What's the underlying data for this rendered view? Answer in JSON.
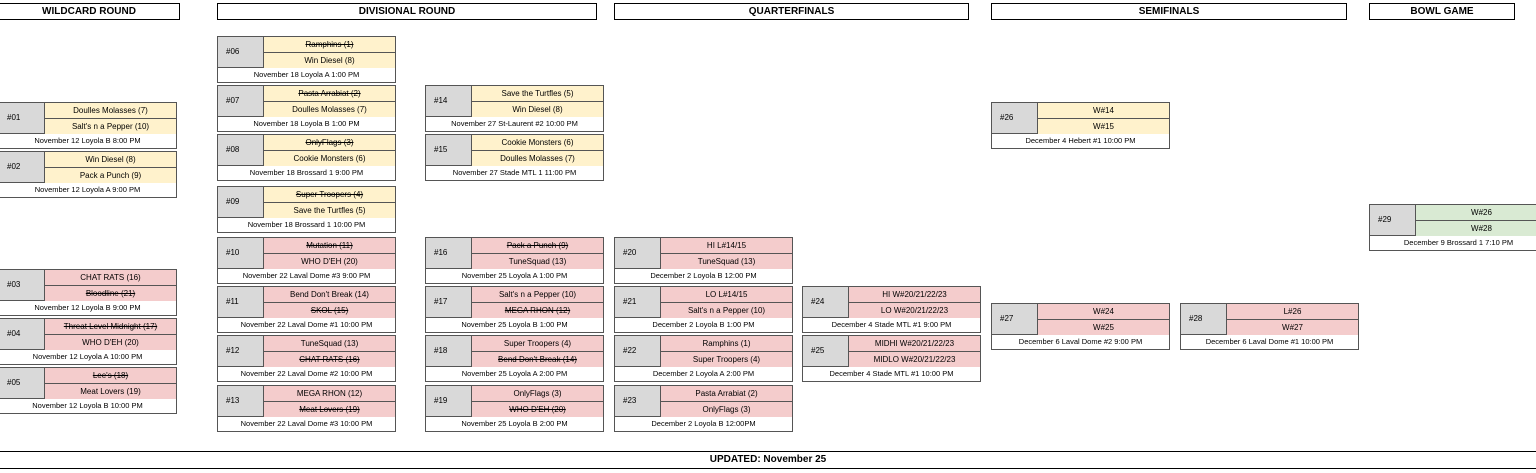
{
  "headers": {
    "wildcard": "WILDCARD ROUND",
    "divisional": "DIVISIONAL ROUND",
    "quarterfinals": "QUARTERFINALS",
    "semifinals": "SEMIFINALS",
    "bowl": "BOWL GAME"
  },
  "games": [
    {
      "num": "#01",
      "team1": "Doulles Molasses (7)",
      "team2": "Salt's n a Pepper (10)",
      "info": "November 12 Loyola B 8:00 PM",
      "t1_loser": false,
      "t2_loser": false
    },
    {
      "num": "#02",
      "team1": "Win Diesel (8)",
      "team2": "Pack a Punch (9)",
      "info": "November 12 Loyola A 9:00 PM",
      "t1_loser": false,
      "t2_loser": false
    },
    {
      "num": "#03",
      "team1": "CHAT RATS (16)",
      "team2": "Bloodline (21)",
      "info": "November 12 Loyola B 9:00 PM",
      "t1_loser": false,
      "t2_loser": true
    },
    {
      "num": "#04",
      "team1": "Threat Level Midnight (17)",
      "team2": "WHO D'EH (20)",
      "info": "November 12 Loyola A 10:00 PM",
      "t1_loser": true,
      "t2_loser": false
    },
    {
      "num": "#05",
      "team1": "Lee's (18)",
      "team2": "Meat Lovers (19)",
      "info": "November 12 Loyola B 10:00 PM",
      "t1_loser": true,
      "t2_loser": false
    },
    {
      "num": "#06",
      "team1": "Ramphins (1)",
      "team2": "Win Diesel (8)",
      "info": "November 18 Loyola A 1:00 PM",
      "t1_loser": true,
      "t2_loser": false
    },
    {
      "num": "#07",
      "team1": "Pasta Arrabiat (2)",
      "team2": "Doulles Molasses (7)",
      "info": "November 18 Loyola B 1:00 PM",
      "t1_loser": true,
      "t2_loser": false
    },
    {
      "num": "#08",
      "team1": "OnlyFlags (3)",
      "team2": "Cookie Monsters (6)",
      "info": "November 18 Brossard 1 9:00 PM",
      "t1_loser": true,
      "t2_loser": false
    },
    {
      "num": "#09",
      "team1": "Super Troopers (4)",
      "team2": "Save the Turtfles (5)",
      "info": "November 18 Brossard 1 10:00 PM",
      "t1_loser": true,
      "t2_loser": false
    },
    {
      "num": "#10",
      "team1": "Mutation (11)",
      "team2": "WHO D'EH (20)",
      "info": "November 22 Laval Dome #3 9:00 PM",
      "t1_loser": true,
      "t2_loser": false
    },
    {
      "num": "#11",
      "team1": "Bend Don't Break (14)",
      "team2": "SKOL (15)",
      "info": "November 22 Laval Dome #1 10:00 PM",
      "t1_loser": false,
      "t2_loser": true
    },
    {
      "num": "#12",
      "team1": "TuneSquad (13)",
      "team2": "CHAT RATS (16)",
      "info": "November 22 Laval Dome #2 10:00 PM",
      "t1_loser": false,
      "t2_loser": true
    },
    {
      "num": "#13",
      "team1": "MEGA RHON (12)",
      "team2": "Meat Lovers (19)",
      "info": "November 22 Laval Dome #3 10:00 PM",
      "t1_loser": false,
      "t2_loser": true
    },
    {
      "num": "#14",
      "team1": "Save the Turtfles (5)",
      "team2": "Win Diesel (8)",
      "info": "November 27 St-Laurent #2 10:00 PM",
      "t1_loser": false,
      "t2_loser": false
    },
    {
      "num": "#15",
      "team1": "Cookie Monsters (6)",
      "team2": "Doulles Molasses (7)",
      "info": "November 27 Stade MTL 1 11:00 PM",
      "t1_loser": false,
      "t2_loser": false
    },
    {
      "num": "#16",
      "team1": "Pack a Punch (9)",
      "team2": "TuneSquad (13)",
      "info": "November 25 Loyola A 1:00 PM",
      "t1_loser": true,
      "t2_loser": false
    },
    {
      "num": "#17",
      "team1": "Salt's n a Pepper (10)",
      "team2": "MEGA RHON (12)",
      "info": "November 25 Loyola B 1:00 PM",
      "t1_loser": false,
      "t2_loser": true
    },
    {
      "num": "#18",
      "team1": "Super Troopers (4)",
      "team2": "Bend Don't Break (14)",
      "info": "November 25 Loyola A 2:00 PM",
      "t1_loser": false,
      "t2_loser": true
    },
    {
      "num": "#19",
      "team1": "OnlyFlags (3)",
      "team2": "WHO D'EH (20)",
      "info": "November 25 Loyola B 2:00 PM",
      "t1_loser": false,
      "t2_loser": true
    },
    {
      "num": "#20",
      "team1": "HI L#14/15",
      "team2": "TuneSquad (13)",
      "info": "December 2 Loyola B 12:00 PM",
      "t1_loser": false,
      "t2_loser": false
    },
    {
      "num": "#21",
      "team1": "LO L#14/15",
      "team2": "Salt's n a Pepper (10)",
      "info": "December 2 Loyola B 1:00 PM",
      "t1_loser": false,
      "t2_loser": false
    },
    {
      "num": "#22",
      "team1": "Ramphins (1)",
      "team2": "Super Troopers (4)",
      "info": "December 2  Loyola A 2:00 PM",
      "t1_loser": false,
      "t2_loser": false
    },
    {
      "num": "#23",
      "team1": "Pasta Arrabiat (2)",
      "team2": "OnlyFlags (3)",
      "info": "December 2 Loyola B 12:00PM",
      "t1_loser": false,
      "t2_loser": false
    },
    {
      "num": "#24",
      "team1": "HI W#20/21/22/23",
      "team2": "LO W#20/21/22/23",
      "info": "December 4 Stade MTL #1 9:00 PM",
      "t1_loser": false,
      "t2_loser": false
    },
    {
      "num": "#25",
      "team1": "MIDHI W#20/21/22/23",
      "team2": "MIDLO W#20/21/22/23",
      "info": "December 4 Stade MTL #1 10:00 PM",
      "t1_loser": false,
      "t2_loser": false
    },
    {
      "num": "#26",
      "team1": "W#14",
      "team2": "W#15",
      "info": "December 4  Hebert #1  10:00 PM",
      "t1_loser": false,
      "t2_loser": false
    },
    {
      "num": "#27",
      "team1": "W#24",
      "team2": "W#25",
      "info": "December 6 Laval Dome #2 9:00 PM",
      "t1_loser": false,
      "t2_loser": false
    },
    {
      "num": "#28",
      "team1": "L#26",
      "team2": "W#27",
      "info": "December 6 Laval Dome #1 10:00 PM",
      "t1_loser": false,
      "t2_loser": false
    },
    {
      "num": "#29",
      "team1": "W#26",
      "team2": "W#28",
      "info": "December 9 Brossard 1 7:10 PM",
      "t1_loser": false,
      "t2_loser": false
    }
  ],
  "footer": "UPDATED: November 25"
}
